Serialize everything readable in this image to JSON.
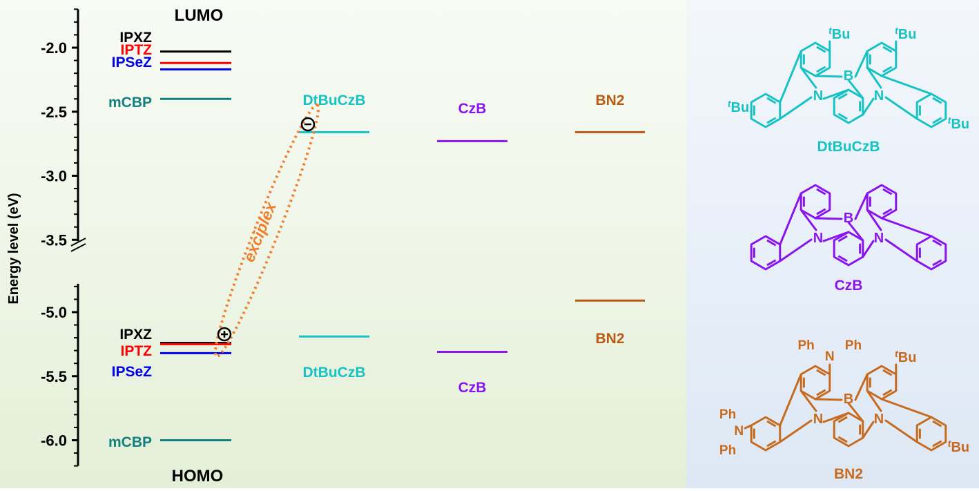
{
  "chart_data": {
    "type": "energy-level-diagram",
    "title": "",
    "ylabel": "Energy level (eV)",
    "yaxis": {
      "broken": true,
      "segments": [
        {
          "range": [
            -3.5,
            -1.7
          ],
          "ticks": [
            "-2.0",
            "-2.5",
            "-3.0",
            "-3.5"
          ],
          "tick_values": [
            -2.0,
            -2.5,
            -3.0,
            -3.5
          ]
        },
        {
          "range": [
            -6.2,
            -4.8
          ],
          "ticks": [
            "-5.0",
            "-5.5",
            "-6.0"
          ],
          "tick_values": [
            -5.0,
            -5.5,
            -6.0
          ]
        }
      ],
      "minor_tick_step": 0.1
    },
    "annotations": {
      "lumo": "LUMO",
      "homo": "HOMO",
      "exciplex": "exciplex",
      "hole": "⊕",
      "electron": "⊖"
    },
    "columns": [
      {
        "name": "hosts",
        "levels": [
          {
            "label": "IPXZ",
            "color": "#000000",
            "lumo": -2.03,
            "homo": -5.24
          },
          {
            "label": "IPTZ",
            "color": "#ff0000",
            "lumo": -2.12,
            "homo": -5.25
          },
          {
            "label": "IPSeZ",
            "color": "#0000e6",
            "lumo": -2.17,
            "homo": -5.32
          },
          {
            "label": "mCBP",
            "color": "#138080",
            "lumo": -2.4,
            "homo": -6.0
          }
        ]
      },
      {
        "name": "DtBuCzB",
        "label": "DtBuCzB",
        "color": "#16c2c4",
        "lumo": -2.66,
        "homo": -5.19
      },
      {
        "name": "CzB",
        "label": "CzB",
        "color": "#8a14f0",
        "lumo": -2.73,
        "homo": -5.31
      },
      {
        "name": "BN2",
        "label": "BN2",
        "color": "#b85a14",
        "lumo": -2.66,
        "homo": -4.91
      }
    ]
  },
  "structures": [
    {
      "name": "DtBuCzB",
      "label": "DtBuCzB",
      "color": "#16c2c4",
      "substituents": [
        "tBu",
        "tBu",
        "tBu",
        "tBu"
      ],
      "atoms": [
        "B",
        "N",
        "N"
      ]
    },
    {
      "name": "CzB",
      "label": "CzB",
      "color": "#8a14f0",
      "substituents": [],
      "atoms": [
        "B",
        "N",
        "N"
      ]
    },
    {
      "name": "BN2",
      "label": "BN2",
      "color": "#c86a1e",
      "substituents": [
        "NPh2",
        "NPh2",
        "tBu",
        "tBu"
      ],
      "atoms": [
        "B",
        "N",
        "N"
      ],
      "ph_label": "Ph",
      "n_label": "N",
      "tbu_label": "Bu",
      "tbu_prefix": "t"
    }
  ],
  "colors": {
    "axis": "#000000",
    "exciplex": "#f08030"
  }
}
